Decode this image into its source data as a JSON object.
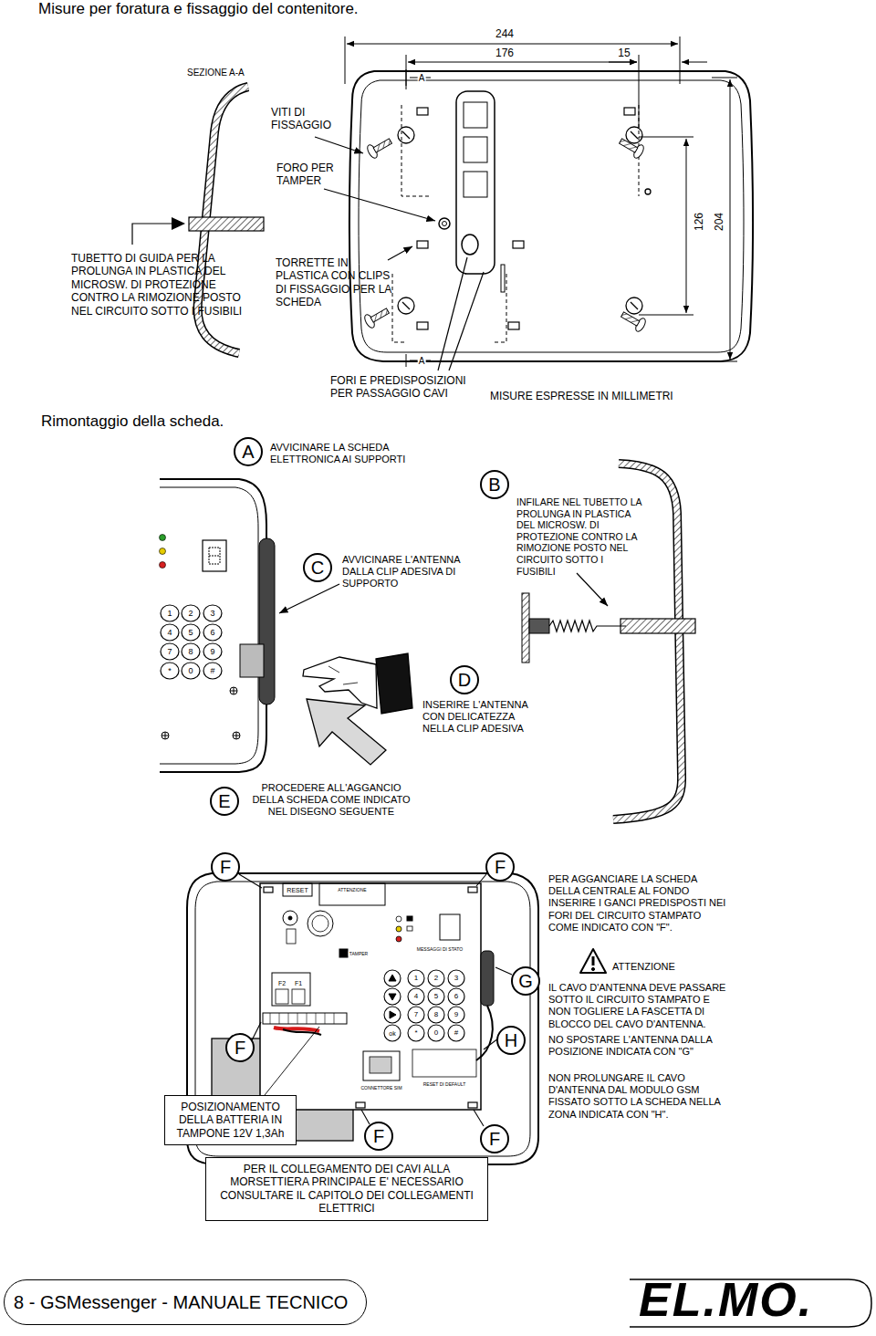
{
  "diagram": {
    "title": "Misure per foratura e fissaggio del contenitore.",
    "nodes": [
      {
        "text": [
          "A"
        ]
      },
      {
        "text": [
          "B"
        ]
      },
      {
        "text": [
          "C"
        ]
      },
      {
        "text": [
          "D"
        ]
      },
      {
        "text": [
          "E"
        ]
      },
      {
        "text": [
          "F"
        ]
      },
      {
        "text": [
          "F"
        ]
      },
      {
        "text": [
          "G"
        ]
      },
      {
        "text": [
          "H"
        ]
      },
      {
        "text": [
          "F"
        ]
      },
      {
        "text": [
          "POSIZIONAMENTO DELLA BATTERIA IN TAMPONE 12V 1,3Ah"
        ]
      },
      {
        "text": [
          "F"
        ]
      },
      {
        "text": [
          "F"
        ]
      },
      {
        "text": [
          "PER IL COLLEGAMENTO DEI CAVI ALLA MORSETTIERA PRINCIPALE E' NECESSARIO CONSULTARE IL CAPITOLO DEI COLLEGAMENTI ELETTRICI"
        ]
      },
      {
        "text": [
          "8 - GSMessenger - MANUALE TECNICO"
        ]
      }
    ],
    "labels": [
      "SEZIONE A-A",
      "244",
      "176",
      "15",
      "A",
      "VITI DI FISSAGGIO",
      "FORO PER TAMPER",
      "TUBETTO DI GUIDA PER LA PROLUNGA IN PLASTICA DEL MICROSW. DI PROTEZIONE CONTRO LA RIMOZIONE POSTO NEL CIRCUITO SOTTO I FUSIBILI",
      "TORRETTE IN PLASTICA CON CLIPS DI FISSAGGIO PER LA SCHEDA",
      "126",
      "204",
      "A",
      "FORI E PREDISPOSIZIONI PER PASSAGGIO CAVI",
      "MISURE ESPRESSE IN MILLIMETRI",
      "Rimontaggio della scheda.",
      "AVVICINARE LA SCHEDA ELETTRONICA AI SUPPORTI",
      "INFILARE NEL TUBETTO LA PROLUNGA IN PLASTICA DEL MICROSW. DI PROTEZIONE CONTRO LA RIMOZIONE POSTO NEL CIRCUITO SOTTO I FUSIBILI",
      "AVVICINARE L'ANTENNA DALLA CLIP ADESIVA DI SUPPORTO",
      "INSERIRE L'ANTENNA CON DELICATEZZA NELLA CLIP ADESIVA",
      "PROCEDERE ALL'AGGANCIO DELLA SCHEDA COME INDICATO NEL DISEGNO SEGUENTE",
      "PER AGGANCIARE LA SCHEDA DELLA CENTRALE AL FONDO INSERIRE I GANCI PREDISPOSTI NEI FORI DEL CIRCUITO STAMPATO COME INDICATO CON \"F\".",
      "ATTENZIONE",
      "IL CAVO D'ANTENNA DEVE PASSARE SOTTO IL CIRCUITO STAMPATO E NON TOGLIERE LA FASCETTA DI BLOCCO DEL CAVO D'ANTENNA.",
      "NO SPOSTARE L'ANTENNA DALLA POSIZIONE INDICATA CON \"G\"",
      "NON PROLUNGARE IL CAVO D'ANTENNA DAL MODULO GSM FISSATO SOTTO LA SCHEDA NELLA ZONA INDICATA CON \"H\".",
      "EL.MO.",
      "RESET",
      "ATTENZIONE",
      "TAMPER",
      "F2",
      "F1",
      "MESSAGGI DI STATO",
      "CONNETTORE SIM",
      "RESET DI DEFAULT",
      "1",
      "2",
      "3",
      "4",
      "5",
      "6",
      "7",
      "8",
      "9",
      "*",
      "0",
      "#",
      "1",
      "2",
      "3",
      "4",
      "5",
      "6",
      "7",
      "8",
      "9",
      "*",
      "0",
      "#",
      "ok"
    ]
  }
}
